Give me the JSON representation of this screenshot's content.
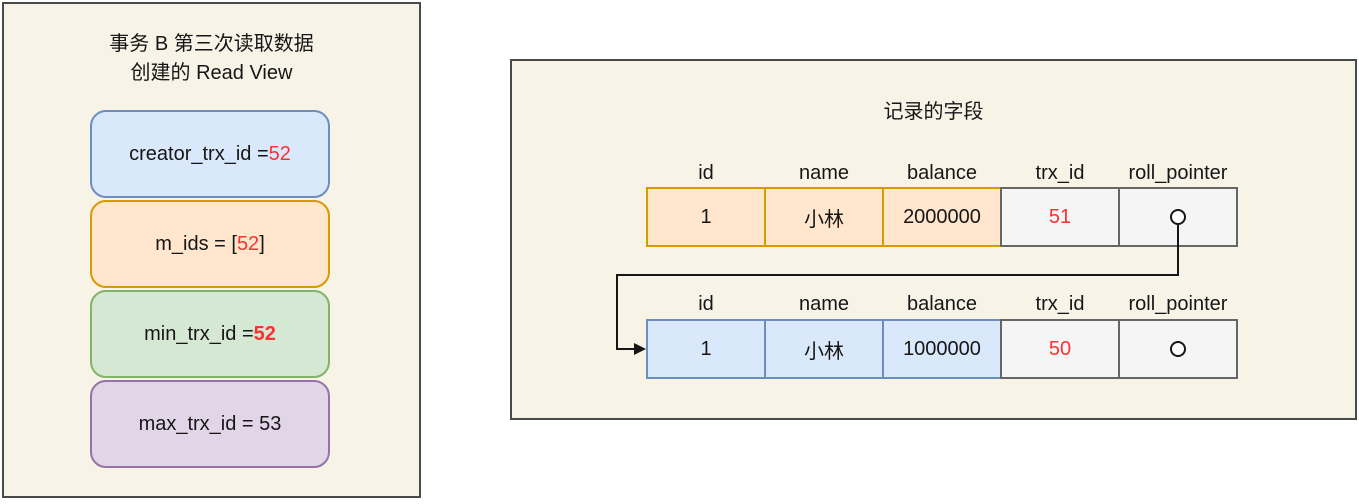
{
  "colors": {
    "panel_bg": "#f7f3e7",
    "panel_border": "#4a4a4a",
    "blue_fill": "#dae8fc",
    "blue_stroke": "#6c8ebf",
    "orange_fill": "#ffe6cc",
    "orange_stroke": "#d79b00",
    "green_fill": "#d5e8d4",
    "green_stroke": "#82b366",
    "purple_fill": "#e1d5e7",
    "purple_stroke": "#9673a6",
    "gray_fill": "#f5f5f5",
    "gray_stroke": "#666666",
    "red_value": "#fa3232",
    "text": "#161616"
  },
  "read_view_panel": {
    "title_line1": "事务 B 第三次读取数据",
    "title_line2": "创建的 Read View",
    "fields": [
      {
        "label": "creator_trx_id = ",
        "value": "52",
        "suffix": ""
      },
      {
        "label": "m_ids = [",
        "value": "52",
        "suffix": "]"
      },
      {
        "label": "min_trx_id = ",
        "value": "52",
        "suffix": ""
      },
      {
        "label": "max_trx_id = 53",
        "value": "",
        "suffix": ""
      }
    ]
  },
  "record_panel": {
    "title": "记录的字段",
    "columns": [
      "id",
      "name",
      "balance",
      "trx_id",
      "roll_pointer"
    ],
    "records": [
      {
        "id": "1",
        "name": "小林",
        "balance": "2000000",
        "trx_id": "51",
        "roll_pointer": "circle-icon"
      },
      {
        "id": "1",
        "name": "小林",
        "balance": "1000000",
        "trx_id": "50",
        "roll_pointer": "circle-icon"
      }
    ]
  }
}
